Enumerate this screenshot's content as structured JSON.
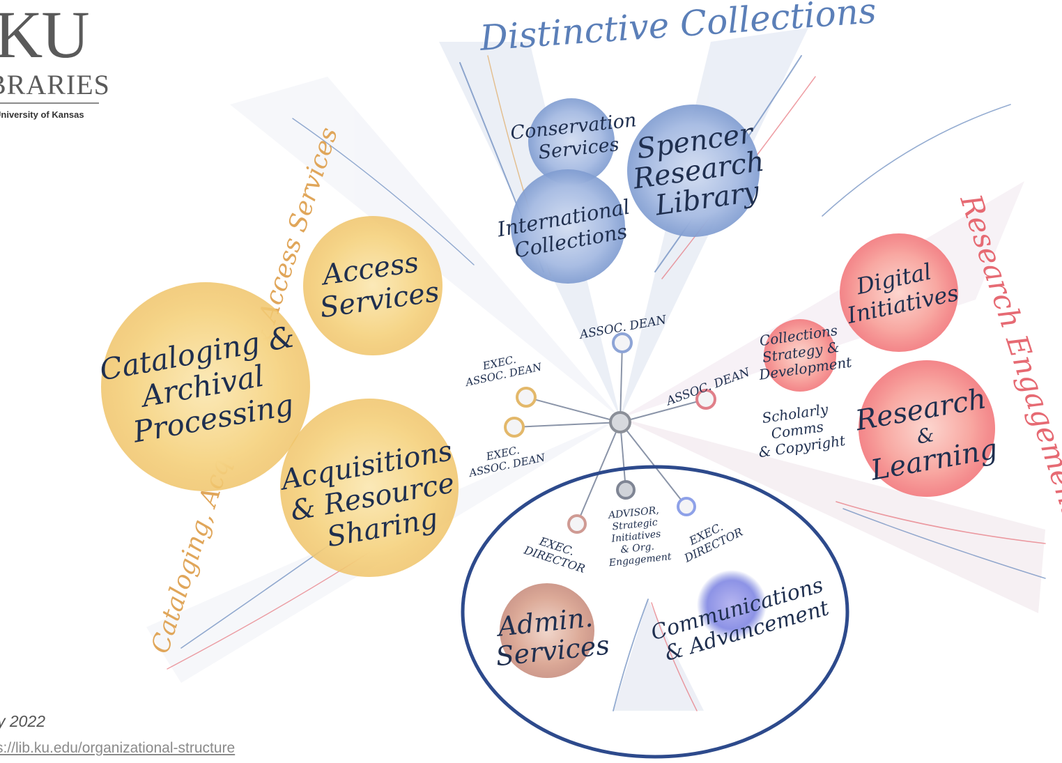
{
  "logo": {
    "ku": "KU",
    "libraries": "BRARIES",
    "university": "University of Kansas"
  },
  "arcs": {
    "distinctive": "Distinctive Collections",
    "cataloging": "Cataloging, Acquisitions & Access Services",
    "research": "Research Engagement"
  },
  "units": {
    "conservation": [
      "Conservation",
      "Services"
    ],
    "spencer": [
      "Spencer",
      "Research",
      "Library"
    ],
    "international": [
      "International",
      "Collections"
    ],
    "access": [
      "Access",
      "Services"
    ],
    "cataloging": [
      "Cataloging &",
      "Archival",
      "Processing"
    ],
    "acquisitions": [
      "Acquisitions",
      "& Resource",
      "Sharing"
    ],
    "digital": [
      "Digital",
      "Initiatives"
    ],
    "collections_strategy": [
      "Collections",
      "Strategy &",
      "Development"
    ],
    "scholarly": [
      "Scholarly",
      "Comms",
      "& Copyright"
    ],
    "research_learning": [
      "Research",
      "&",
      "Learning"
    ],
    "admin": [
      "Admin.",
      "Services"
    ],
    "communications": [
      "Communications",
      "& Advancement"
    ]
  },
  "roles": {
    "assoc_dean_top": "ASSOC. DEAN",
    "assoc_dean_right": "ASSOC. DEAN",
    "exec_assoc_dean_1": [
      "EXEC.",
      "ASSOC. DEAN"
    ],
    "exec_assoc_dean_2": [
      "EXEC.",
      "ASSOC. DEAN"
    ],
    "exec_director_left": [
      "EXEC.",
      "DIRECTOR"
    ],
    "advisor": [
      "ADVISOR,",
      "Strategic",
      "Initiatives",
      "& Org.",
      "Engagement"
    ],
    "exec_director_right": [
      "EXEC.",
      "DIRECTOR"
    ]
  },
  "footer": {
    "date": "y 2022",
    "url": "s://lib.ku.edu/organizational-structure"
  },
  "colors": {
    "gold": "#f2c766",
    "blue": "#7e9bd0",
    "red": "#f2787c",
    "brown": "#c98f80",
    "ink": "#1f2f4f",
    "highlight": "#2d4a8c",
    "arc_blue": "#5b7fb8",
    "arc_gold": "#e0a65a",
    "arc_red": "#e66a73"
  }
}
